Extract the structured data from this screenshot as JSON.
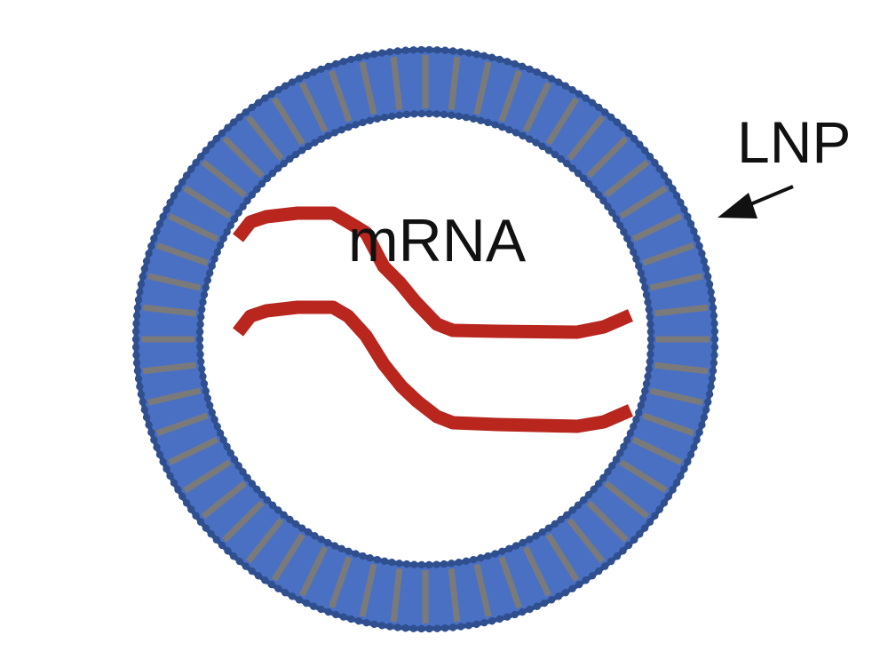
{
  "labels": {
    "lnp": "LNP",
    "mrna": "mRNA"
  },
  "icons": {
    "particle": "lipid-bilayer-ring-icon",
    "strand": "mrna-strand-icon",
    "pointer": "arrow-icon"
  },
  "colors": {
    "membrane_fill": "#4a70c4",
    "membrane_edge": "#2d4f93",
    "head_bead": "#2f4f8f",
    "tail": "#7a7a7a",
    "mrna": "#b8261e",
    "text": "#111111",
    "background": "#ffffff"
  },
  "structure": {
    "membrane_segments": 56,
    "mrna_strands": 2
  }
}
